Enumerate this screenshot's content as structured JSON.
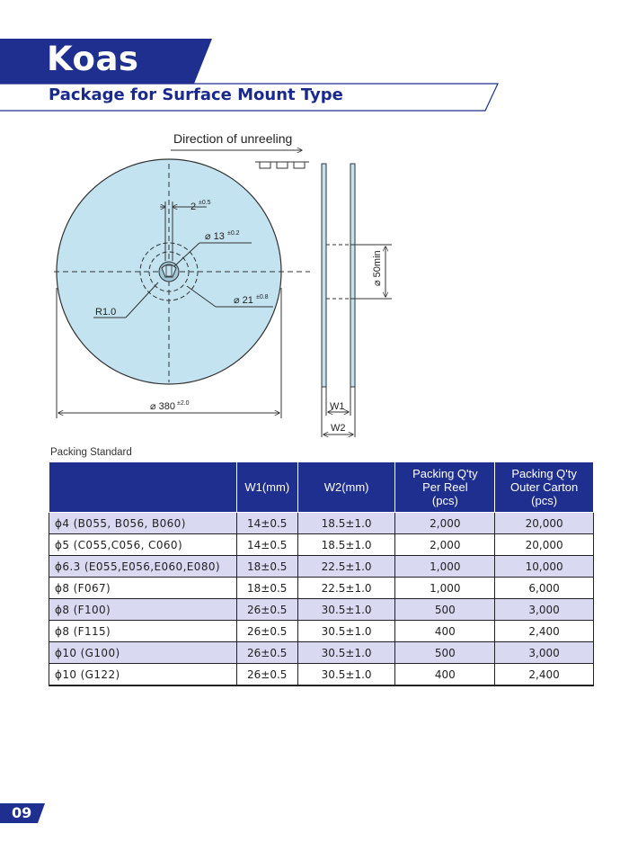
{
  "header": {
    "brand": "Koas",
    "subtitle": "Package for Surface Mount Type",
    "colors": {
      "brand_blue": "#1f2f8f",
      "reel_fill": "#c2e3ef",
      "row_shade": "#d9d9f2"
    }
  },
  "diagram": {
    "direction": "Direction of unreeling",
    "dim_slot": "2",
    "dim_slot_tol": "±0.5",
    "dim_hub": "⌀ 13",
    "dim_hub_tol": "±0.2",
    "dim_mid": "⌀ 21",
    "dim_mid_tol": "±0.8",
    "radius": "R1.0",
    "dim_reel": "⌀ 380",
    "dim_reel_tol": "±2.0",
    "dim_flange": "⌀ 50min",
    "w1": "W1",
    "w2": "W2"
  },
  "packing": {
    "label": "Packing Standard",
    "headers": [
      "",
      "W1(mm)",
      "W2(mm)",
      "Packing Q'ty Per Reel (pcs)",
      "Packing Q'ty Outer Carton (pcs)"
    ],
    "header_lines": {
      "per_reel": [
        "Packing Q'ty",
        "Per Reel",
        "(pcs)"
      ],
      "outer": [
        "Packing Q'ty",
        "Outer Carton",
        "(pcs)"
      ]
    },
    "rows": [
      [
        "ϕ4 (B055, B056, B060)",
        "14±0.5",
        "18.5±1.0",
        "2,000",
        "20,000"
      ],
      [
        "ϕ5 (C055,C056, C060)",
        "14±0.5",
        "18.5±1.0",
        "2,000",
        "20,000"
      ],
      [
        "ϕ6.3 (E055,E056,E060,E080)",
        "18±0.5",
        "22.5±1.0",
        "1,000",
        "10,000"
      ],
      [
        "ϕ8 (F067)",
        "18±0.5",
        "22.5±1.0",
        "1,000",
        "6,000"
      ],
      [
        "ϕ8 (F100)",
        "26±0.5",
        "30.5±1.0",
        "500",
        "3,000"
      ],
      [
        "ϕ8 (F115)",
        "26±0.5",
        "30.5±1.0",
        "400",
        "2,400"
      ],
      [
        "ϕ10 (G100)",
        "26±0.5",
        "30.5±1.0",
        "500",
        "3,000"
      ],
      [
        "ϕ10 (G122)",
        "26±0.5",
        "30.5±1.0",
        "400",
        "2,400"
      ]
    ]
  },
  "footer": {
    "page": "09"
  }
}
